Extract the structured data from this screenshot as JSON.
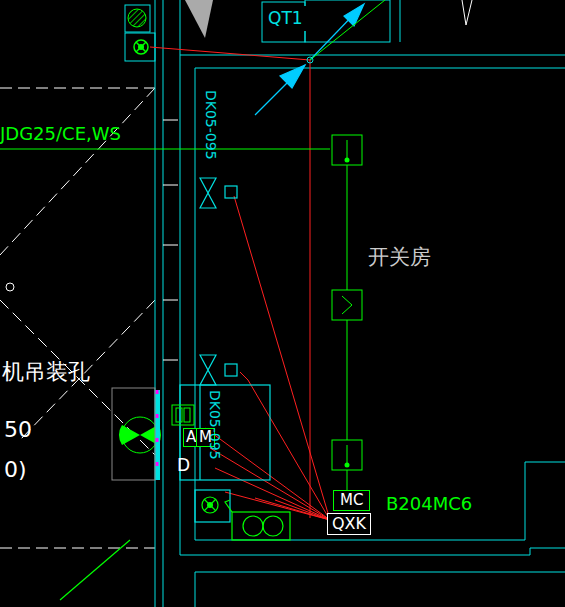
{
  "diagram": {
    "nodes": [
      {
        "text": [
          "QT1"
        ]
      },
      {
        "text": [
          "A"
        ]
      },
      {
        "text": [
          "M"
        ]
      },
      {
        "text": [
          "MC"
        ]
      },
      {
        "text": [
          "QXK"
        ]
      }
    ],
    "labels": [
      "JDG25/CE,WS",
      "DK05-095",
      "DK05-095",
      "开关房",
      "机吊装孔",
      "50",
      "0)",
      "D",
      "B204MC6"
    ]
  }
}
